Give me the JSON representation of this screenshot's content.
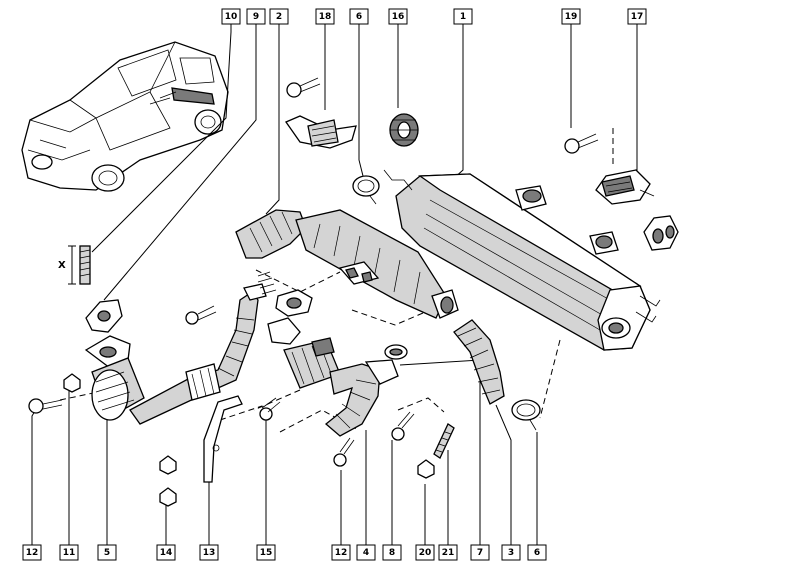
{
  "labels": {
    "top": [
      {
        "id": "10",
        "text": "10"
      },
      {
        "id": "9",
        "text": "9"
      },
      {
        "id": "2",
        "text": "2"
      },
      {
        "id": "18",
        "text": "18"
      },
      {
        "id": "6a",
        "text": "6"
      },
      {
        "id": "16",
        "text": "16"
      },
      {
        "id": "1",
        "text": "1"
      },
      {
        "id": "19",
        "text": "19"
      },
      {
        "id": "17",
        "text": "17"
      }
    ],
    "bottom": [
      {
        "id": "12a",
        "text": "12"
      },
      {
        "id": "11",
        "text": "11"
      },
      {
        "id": "5",
        "text": "5"
      },
      {
        "id": "14",
        "text": "14"
      },
      {
        "id": "13",
        "text": "13"
      },
      {
        "id": "15",
        "text": "15"
      },
      {
        "id": "12b",
        "text": "12"
      },
      {
        "id": "4",
        "text": "4"
      },
      {
        "id": "8",
        "text": "8"
      },
      {
        "id": "20",
        "text": "20"
      },
      {
        "id": "21",
        "text": "21"
      },
      {
        "id": "7",
        "text": "7"
      },
      {
        "id": "3",
        "text": "3"
      },
      {
        "id": "6b",
        "text": "6"
      }
    ]
  },
  "dimension_marker": "X"
}
